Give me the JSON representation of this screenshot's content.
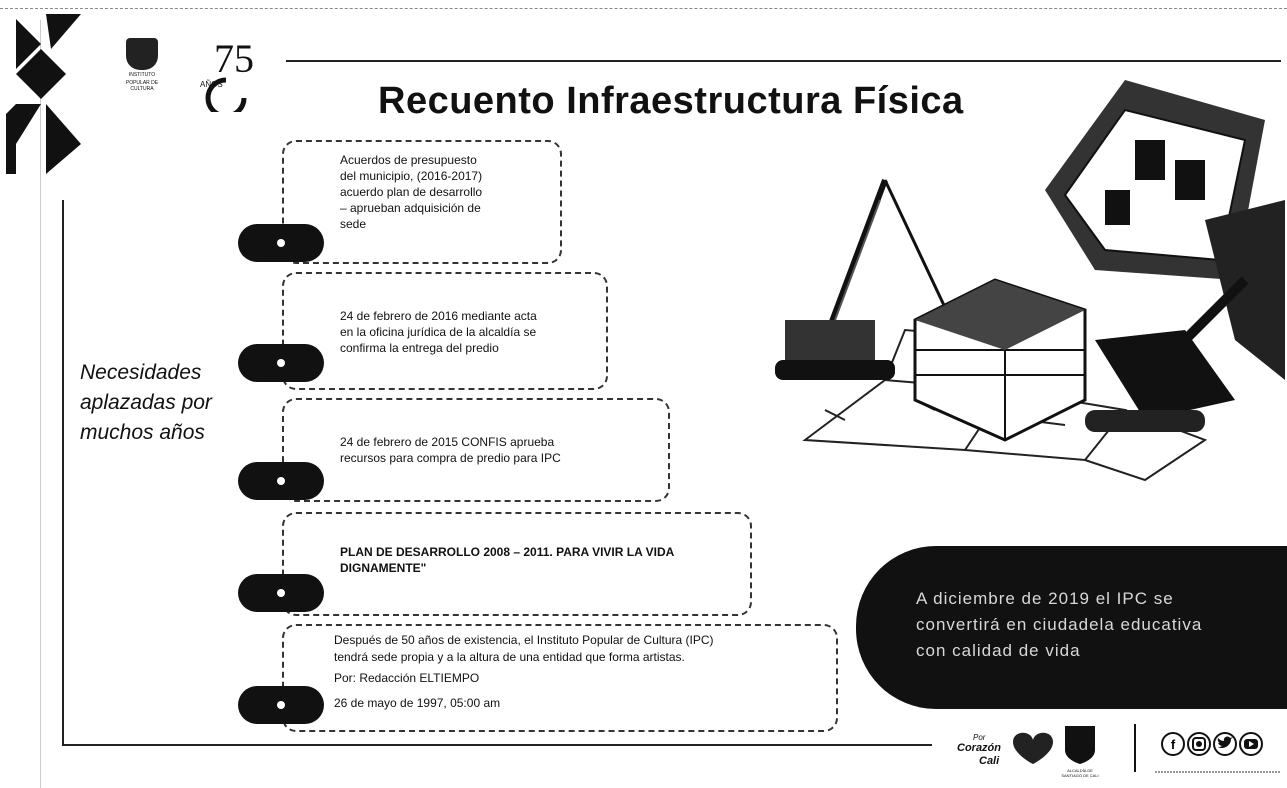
{
  "title": "Recuento Infraestructura Física",
  "side_label": [
    "Necesidades",
    "aplazadas por",
    "muchos años"
  ],
  "timeline": [
    {
      "lines": [
        "Acuerdos de presupuesto",
        "del municipio, (2016-2017)",
        "acuerdo plan de desarrollo",
        "– aprueban adquisición de",
        "sede"
      ]
    },
    {
      "lines": [
        "24 de febrero de 2016 mediante acta",
        "en la oficina jurídica de la alcaldía se",
        "confirma la entrega del predio"
      ]
    },
    {
      "lines": [
        "24 de febrero de 2015 CONFIS aprueba",
        "recursos para compra de predio para IPC"
      ]
    },
    {
      "lines": [
        "PLAN DE DESARROLLO 2008 – 2011.  PARA VIVIR LA VIDA",
        "DIGNAMENTE\""
      ]
    },
    {
      "lines": [
        "Después de 50 años de existencia, el Instituto Popular de Cultura (IPC)",
        "tendrá sede propia y a la altura de una entidad que forma artistas.",
        "Por: Redacción ELTIEMPO",
        "26 de mayo de 1997, 05:00 am"
      ]
    }
  ],
  "banner": {
    "lines": [
      "A diciembre de 2019 el IPC se",
      "convertirá en ciudadela educativa",
      "con calidad de vida"
    ]
  },
  "logos": {
    "crest_text": [
      "INSTITUTO",
      "POPULAR DE CULTURA"
    ],
    "anniversary": "75",
    "anniversary_text": "AÑOS",
    "slogan": [
      "Por",
      "Corazón",
      "Cali"
    ],
    "alcaldia": [
      "ALCALDÍA DE",
      "SANTIAGO DE CALI"
    ]
  },
  "colors": {
    "accent": "#111111",
    "banner_text": "#d8d8d8"
  },
  "icons": [
    "facebook-icon",
    "instagram-icon",
    "twitter-icon",
    "youtube-icon"
  ]
}
